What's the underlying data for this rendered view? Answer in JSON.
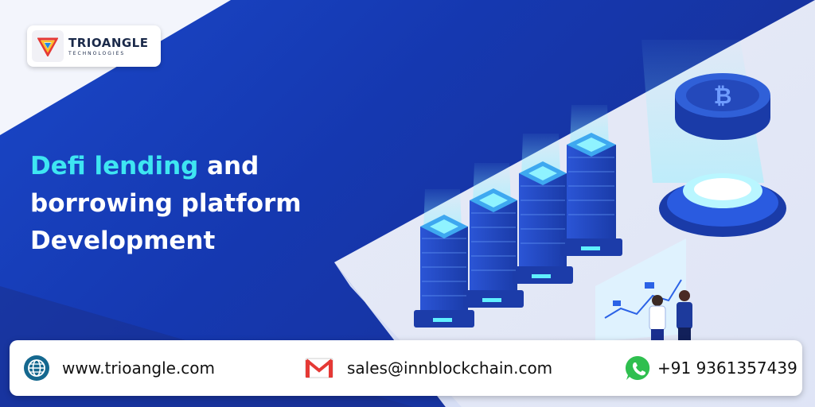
{
  "brand": {
    "name": "TRIOANGLE",
    "tagline": "TECHNOLOGIES"
  },
  "headline": {
    "accent": "Defi lending",
    "line1_rest": " and",
    "line2": "borrowing platform",
    "line3": "Development"
  },
  "contacts": {
    "website": "www.trioangle.com",
    "email": "sales@innblockchain.com",
    "phone": "+91 9361357439"
  },
  "icons": {
    "website": "globe-icon",
    "email": "mail-icon",
    "phone": "whatsapp-icon"
  },
  "colors": {
    "background": "#1a47c8",
    "accent": "#3ee6f2",
    "text": "#ffffff"
  }
}
